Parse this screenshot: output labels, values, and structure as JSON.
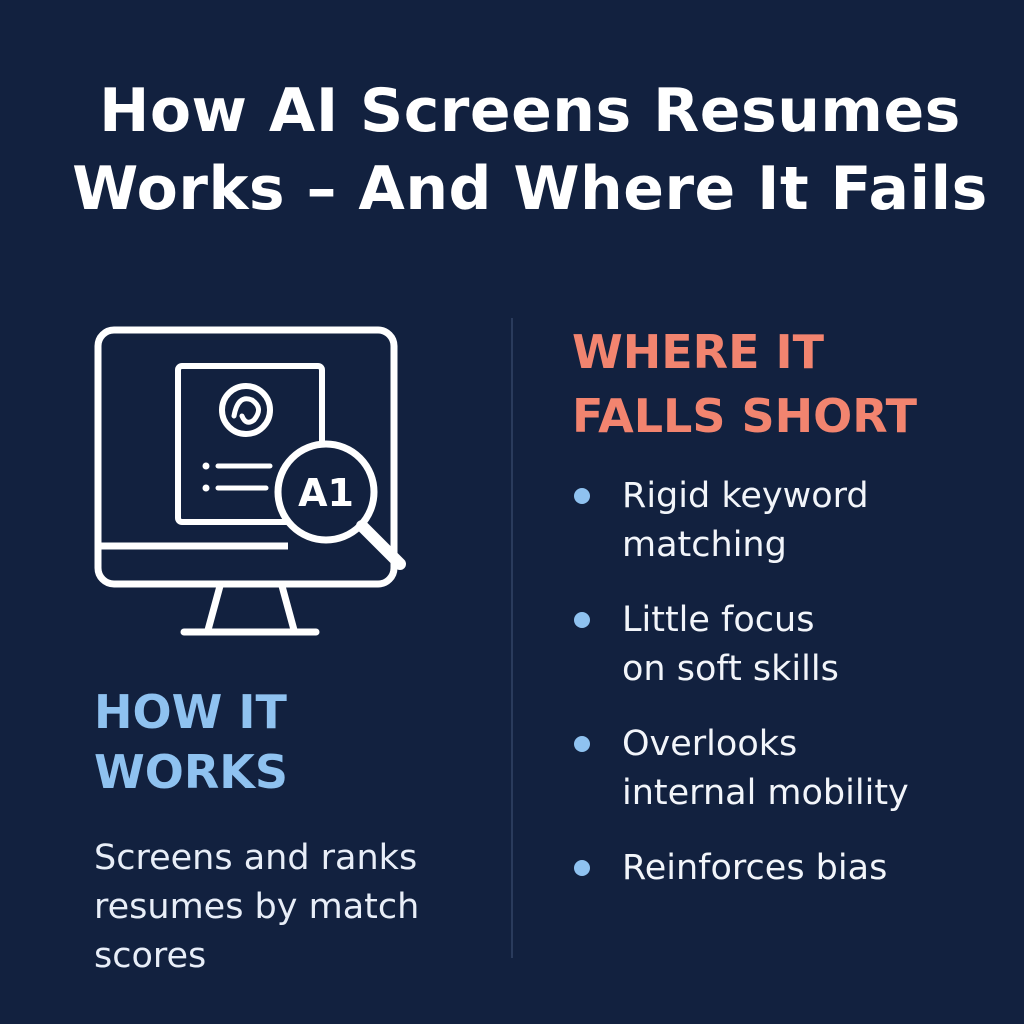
{
  "title": {
    "line1": "How AI Screens Resumes",
    "line2": "Works – And Where It Fails"
  },
  "illustration": {
    "icon": "monitor-resume-magnifier-icon",
    "magnifier_label": "A1"
  },
  "how_it_works": {
    "heading_line1": "HOW IT",
    "heading_line2": "WORKS",
    "desc_line1": "Screens and ranks",
    "desc_line2": "resumes by match",
    "desc_line3": "scores"
  },
  "where_it_falls_short": {
    "heading_line1": "WHERE IT",
    "heading_line2": "FALLS SHORT",
    "items": [
      {
        "line1": "Rigid keyword",
        "line2": "matching"
      },
      {
        "line1": "Little focus",
        "line2": "on soft skills"
      },
      {
        "line1": "Overlooks",
        "line2": "internal mobility"
      },
      {
        "line1": "Reinforces bias",
        "line2": ""
      }
    ]
  },
  "colors": {
    "background": "#12213f",
    "accent_blue": "#8fc2f0",
    "accent_coral": "#f2846f",
    "text": "#ffffff"
  }
}
